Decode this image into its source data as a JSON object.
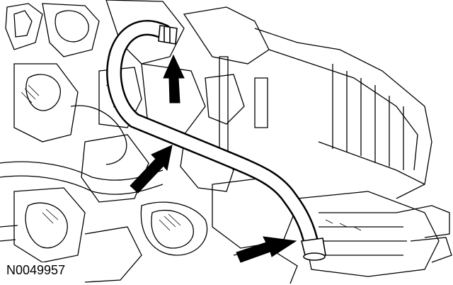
{
  "figure": {
    "id_label": "N0049957"
  },
  "callouts": [
    {
      "name": "arrow-upper",
      "pointing": "up"
    },
    {
      "name": "arrow-middle",
      "pointing": "up-right"
    },
    {
      "name": "arrow-lower",
      "pointing": "right"
    }
  ],
  "colors": {
    "line": "#000000",
    "paper": "#ffffff",
    "arrow_fill": "#000000"
  }
}
